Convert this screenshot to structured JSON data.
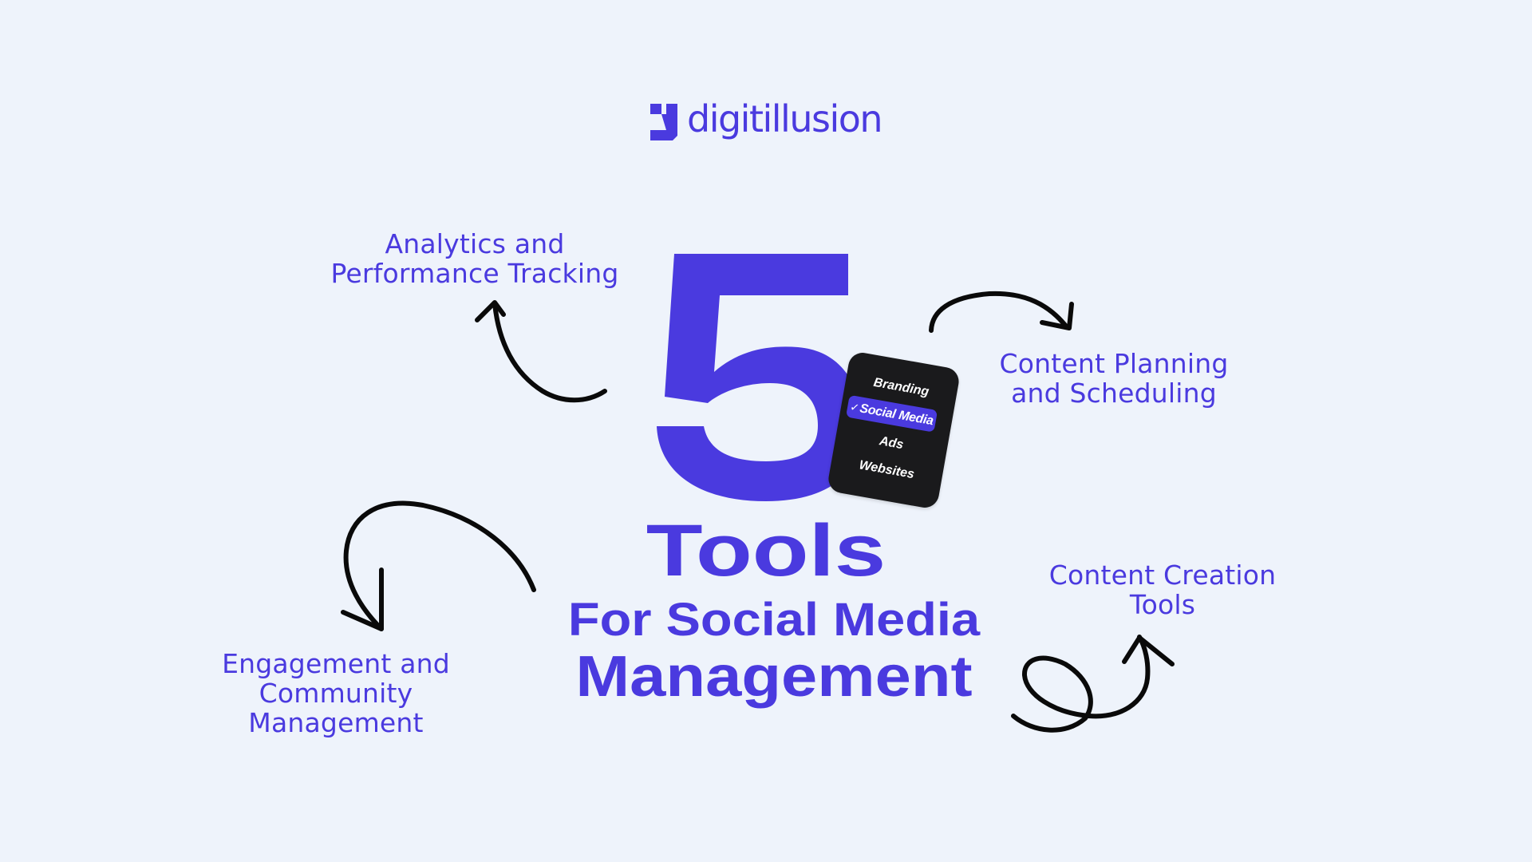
{
  "brand": {
    "name": "digitillusion",
    "icon": "logo-mark-icon",
    "color": "#4A3ADF"
  },
  "colors": {
    "background": "#EEF3FB",
    "accent": "#4A3ADF",
    "card": "#1A1A1C",
    "arrow": "#0A0A0A"
  },
  "title": {
    "number": "5",
    "line1": "Tools",
    "line2": "For Social Media",
    "line3": "Management"
  },
  "card": {
    "items": [
      {
        "label": "Branding",
        "selected": false
      },
      {
        "label": "Social Media",
        "selected": true,
        "check_icon": "✓"
      },
      {
        "label": "Ads",
        "selected": false
      },
      {
        "label": "Websites",
        "selected": false
      }
    ]
  },
  "labels": {
    "analytics": {
      "line1": "Analytics and",
      "line2": "Performance Tracking"
    },
    "planning": {
      "line1": "Content Planning",
      "line2": "and Scheduling"
    },
    "creation": {
      "line1": "Content Creation",
      "line2": "Tools"
    },
    "engagement": {
      "line1": "Engagement and",
      "line2": "Community",
      "line3": "Management"
    }
  }
}
